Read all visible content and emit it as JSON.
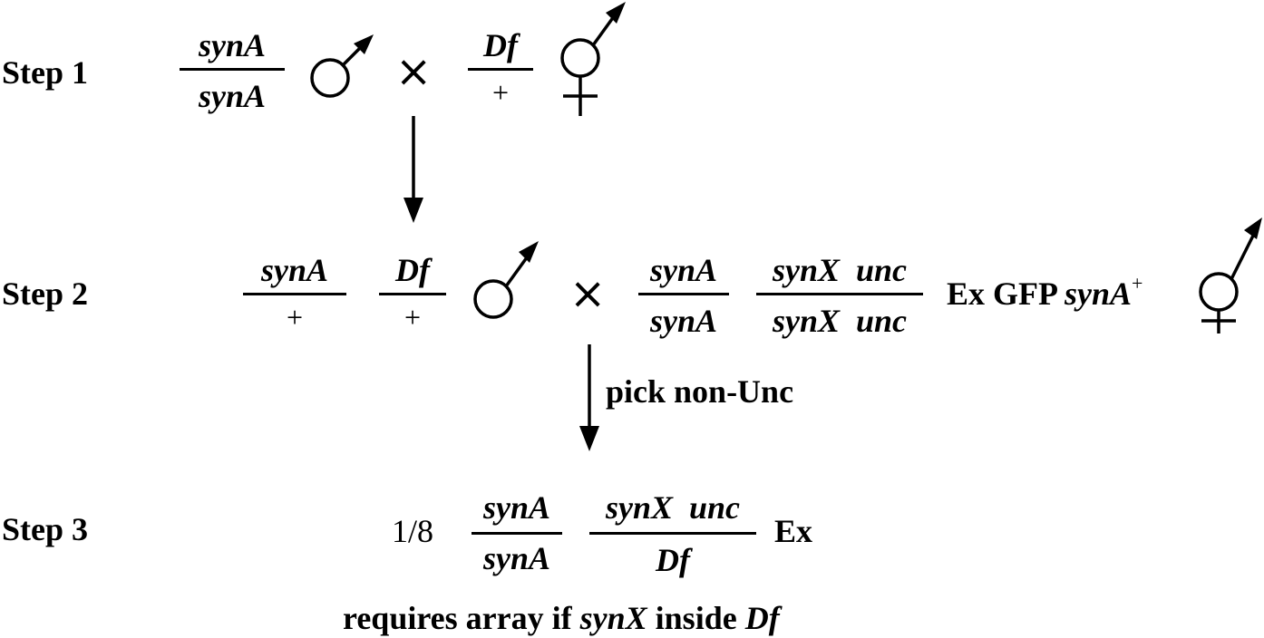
{
  "steps": {
    "step1_label": "Step 1",
    "step2_label": "Step 2",
    "step3_label": "Step 3"
  },
  "step1": {
    "male": {
      "top": "synA",
      "bottom": "synA"
    },
    "cross_symbol": "×",
    "female": {
      "top": "Df",
      "bottom": "+"
    }
  },
  "step2": {
    "male": {
      "chr1": {
        "top": "synA",
        "bottom": "+"
      },
      "chr2": {
        "top": "Df",
        "bottom": "+"
      }
    },
    "cross_symbol": "×",
    "female": {
      "chr1": {
        "top": "synA",
        "bottom": "synA"
      },
      "chr2": {
        "top": "synX  unc",
        "bottom": "synX  unc"
      },
      "array_prefix": "Ex GFP ",
      "array_gene": "synA",
      "array_sup": "+"
    }
  },
  "arrow2_label": "pick non-Unc",
  "step3": {
    "fraction": "1/8",
    "chr1": {
      "top": "synA",
      "bottom": "synA"
    },
    "chr2": {
      "top": "synX  unc",
      "bottom": "Df"
    },
    "array": "Ex"
  },
  "note": {
    "part1": "requires array if ",
    "gene": "synX",
    "part2": " inside ",
    "df": "Df"
  },
  "symbols": {
    "male_icon": "mars-icon",
    "hermaphrodite_icon": "hermaphrodite-icon",
    "arrow_icon": "down-arrow-icon"
  }
}
